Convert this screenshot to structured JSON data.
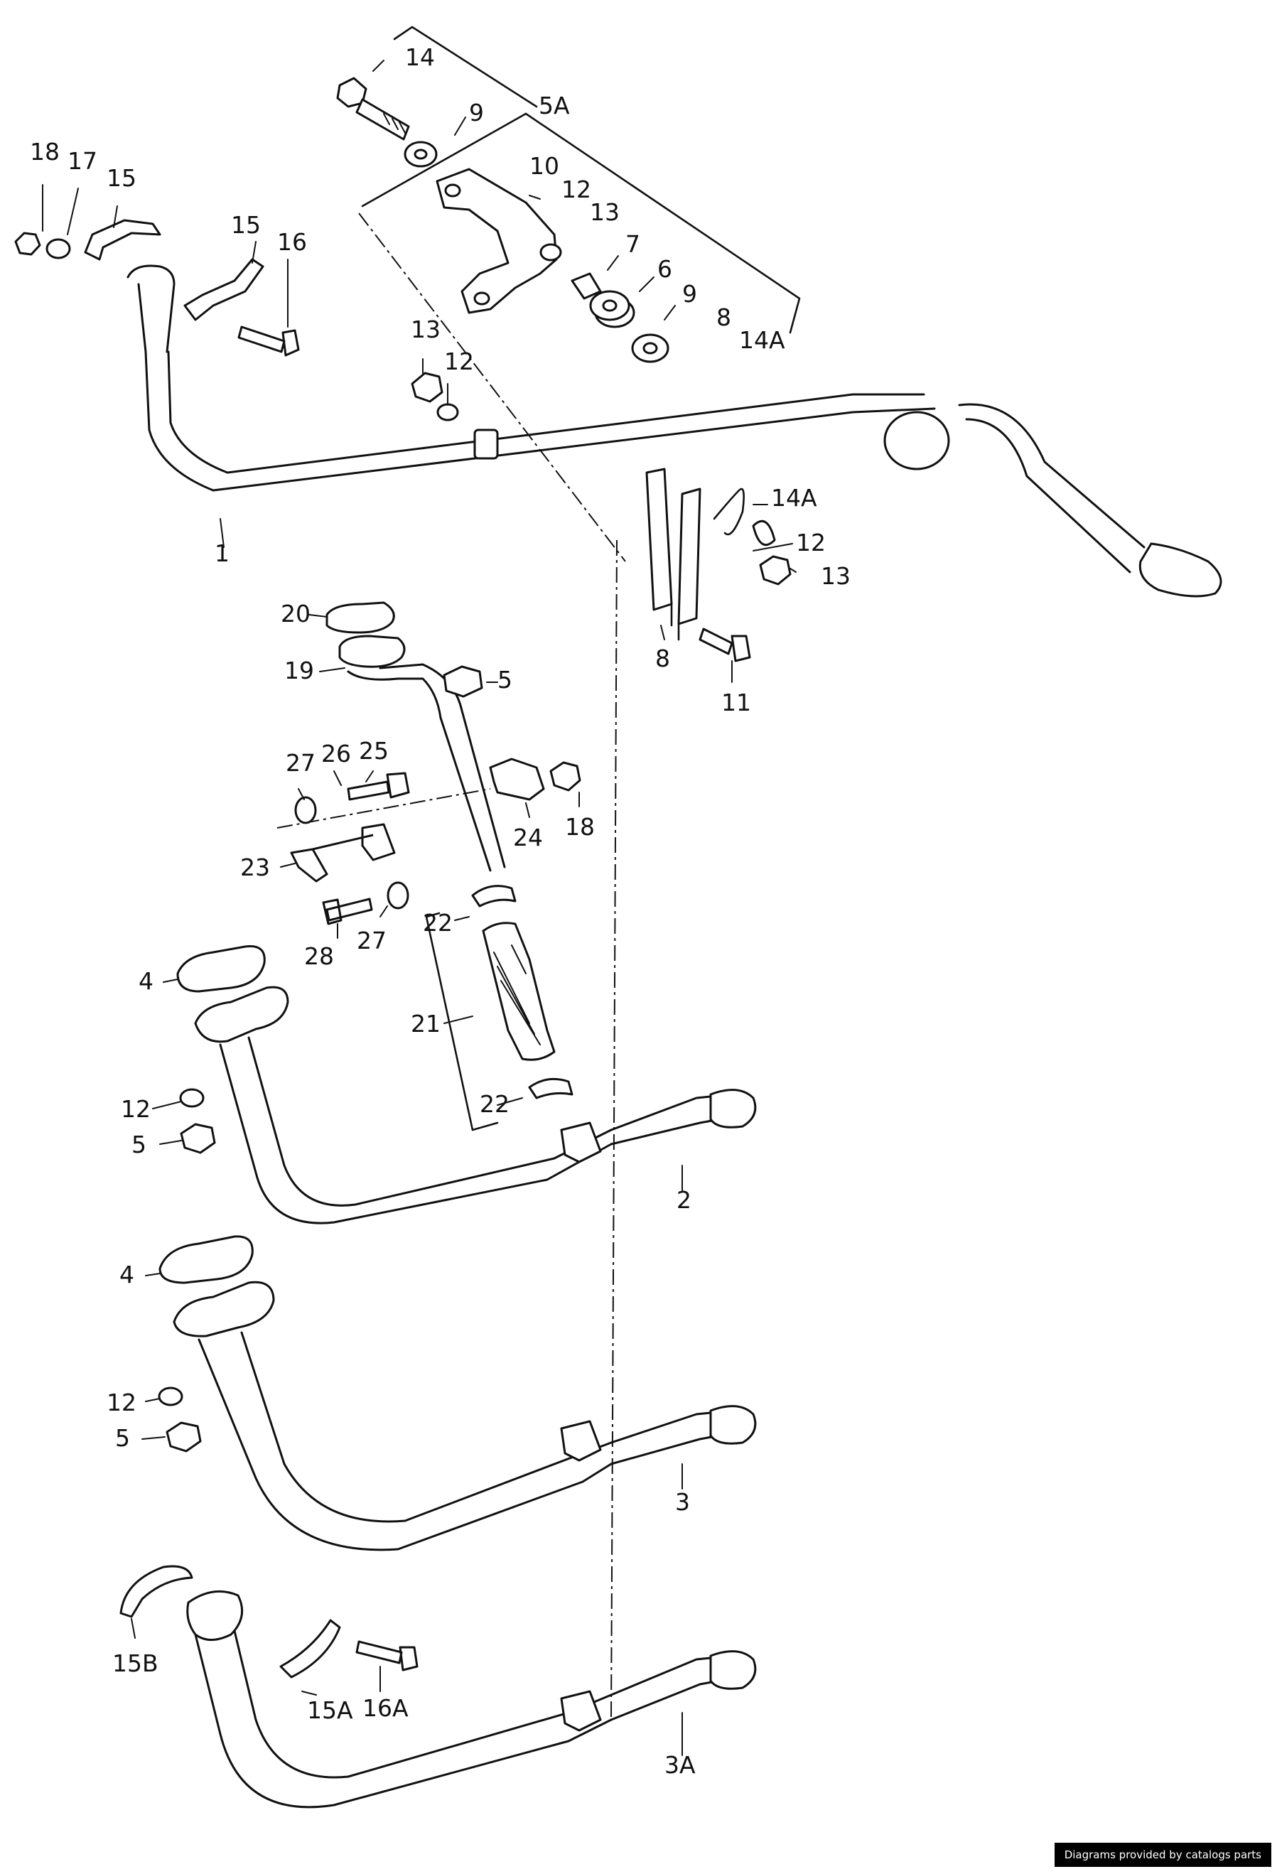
{
  "callouts": {
    "c1": "1",
    "c2": "2",
    "c3": "3",
    "c3A": "3A",
    "c4a": "4",
    "c4b": "4",
    "c5top": "5",
    "c5a": "5",
    "c5b": "5",
    "c5A": "5A",
    "c6": "6",
    "c7": "7",
    "c8a": "8",
    "c8b": "8",
    "c9a": "9",
    "c9b": "9",
    "c10": "10",
    "c11": "11",
    "c12a": "12",
    "c12b": "12",
    "c12c": "12",
    "c12d": "12",
    "c12e": "12",
    "c13a": "13",
    "c13b": "13",
    "c13c": "13",
    "c14": "14",
    "c14Aa": "14A",
    "c14Ab": "14A",
    "c15a": "15",
    "c15b": "15",
    "c15A": "15A",
    "c15B": "15B",
    "c16": "16",
    "c16A": "16A",
    "c17": "17",
    "c18a": "18",
    "c18b": "18",
    "c19": "19",
    "c20": "20",
    "c21": "21",
    "c22a": "22",
    "c22b": "22",
    "c23": "23",
    "c24": "24",
    "c25": "25",
    "c26": "26",
    "c27a": "27",
    "c27b": "27",
    "c28": "28"
  },
  "footer_text": "Diagrams provided by catalogs parts"
}
